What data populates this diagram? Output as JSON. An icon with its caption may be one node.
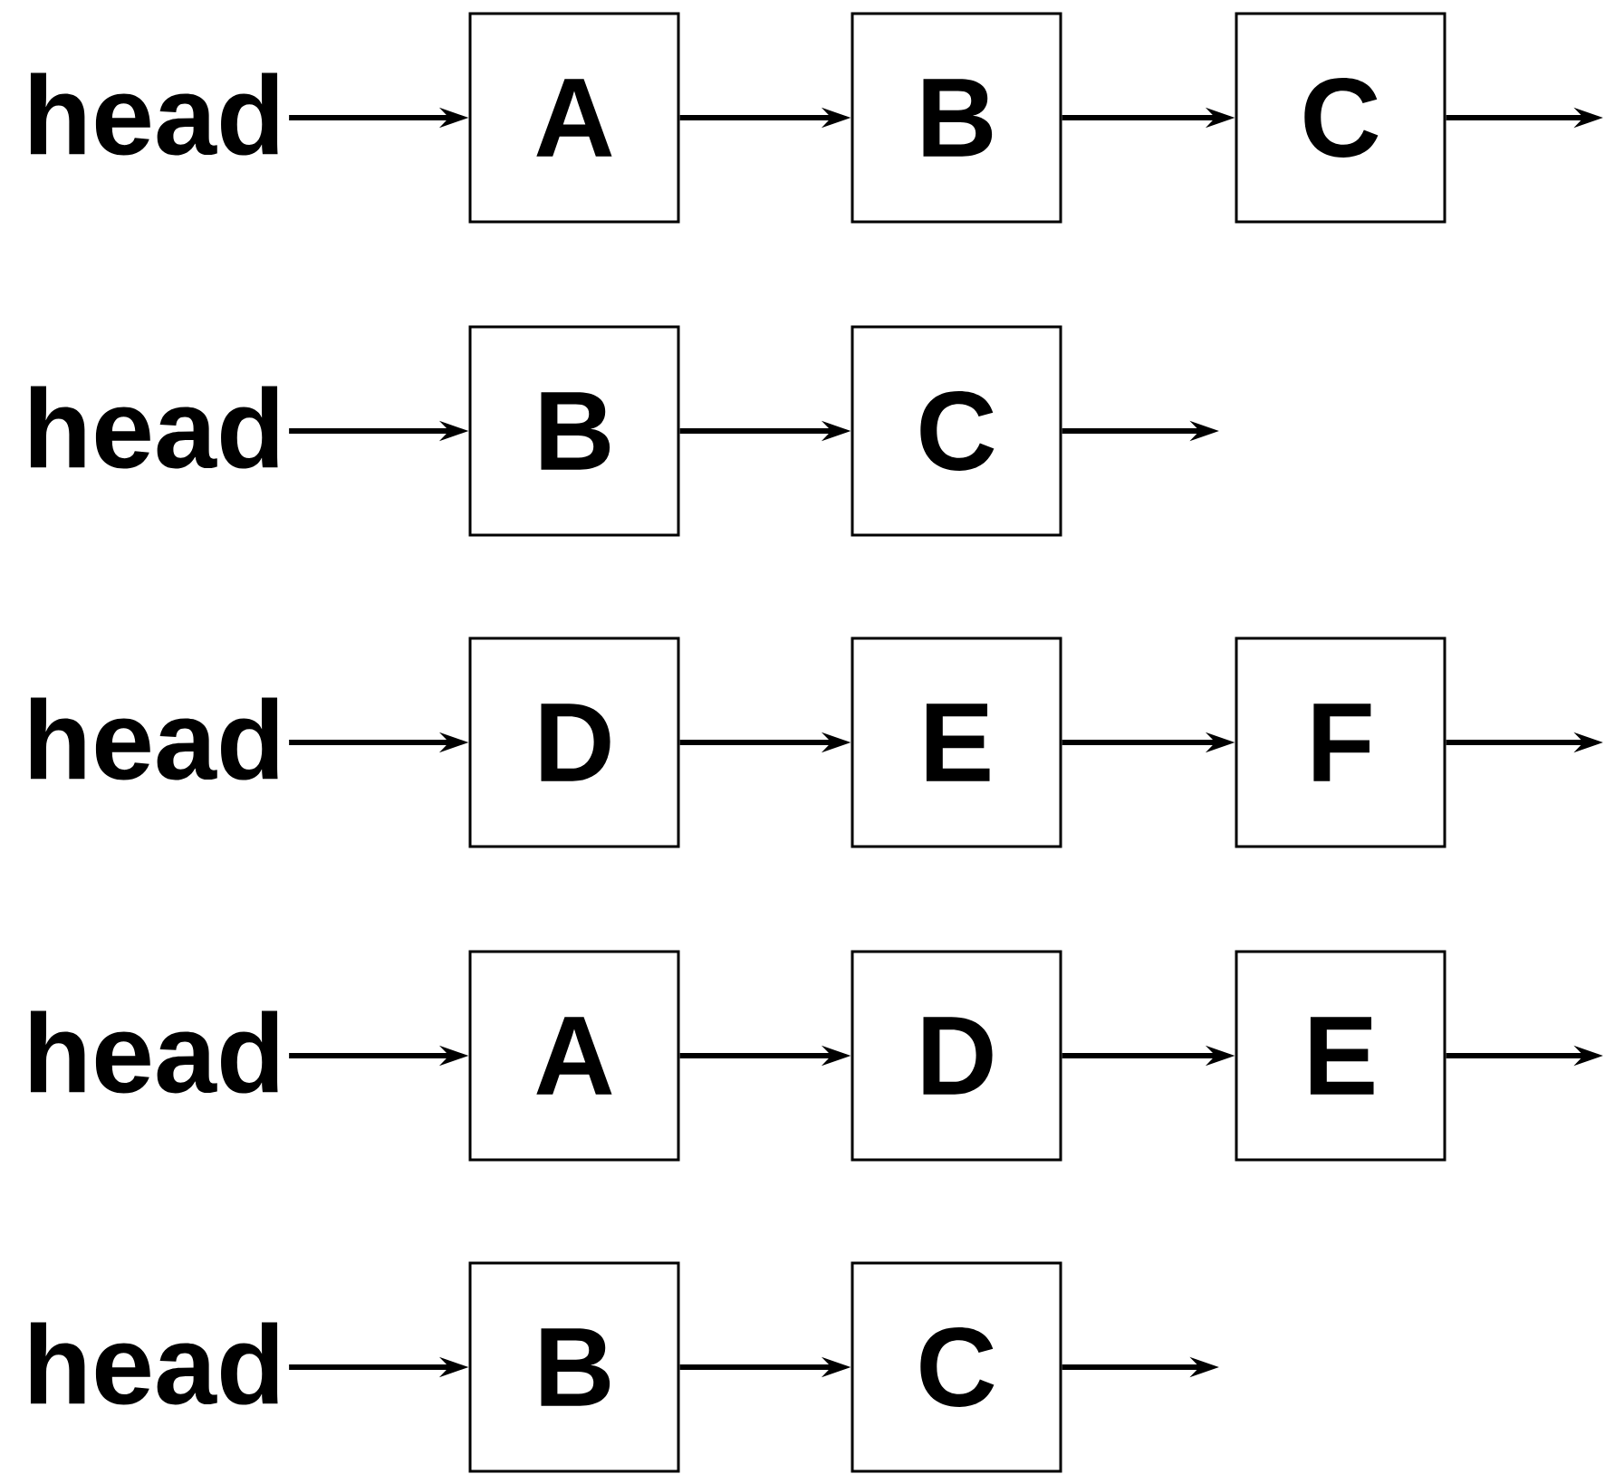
{
  "diagram": {
    "nodes": [
      {
        "text": [
          "head"
        ]
      },
      {
        "text": [
          "A"
        ]
      },
      {
        "text": [
          "B"
        ]
      },
      {
        "text": [
          "C"
        ]
      },
      {
        "text": [
          "head"
        ]
      },
      {
        "text": [
          "B"
        ]
      },
      {
        "text": [
          "C"
        ]
      },
      {
        "text": [
          "head"
        ]
      },
      {
        "text": [
          "D"
        ]
      },
      {
        "text": [
          "E"
        ]
      },
      {
        "text": [
          "F"
        ]
      },
      {
        "text": [
          "head"
        ]
      },
      {
        "text": [
          "A"
        ]
      },
      {
        "text": [
          "D"
        ]
      },
      {
        "text": [
          "E"
        ]
      },
      {
        "text": [
          "head"
        ]
      },
      {
        "text": [
          "B"
        ]
      },
      {
        "text": [
          "C"
        ]
      }
    ],
    "edges": [
      {
        "from": 0,
        "to": 1,
        "arrow": "to"
      },
      {
        "from": 1,
        "to": 2,
        "arrow": "to"
      },
      {
        "from": 2,
        "to": 3,
        "arrow": "to"
      },
      {
        "from": 3,
        "to": null,
        "arrow": "to"
      },
      {
        "from": 4,
        "to": 5,
        "arrow": "to"
      },
      {
        "from": 5,
        "to": 6,
        "arrow": "to"
      },
      {
        "from": 6,
        "to": null,
        "arrow": "to"
      },
      {
        "from": 7,
        "to": 8,
        "arrow": "to"
      },
      {
        "from": 8,
        "to": 9,
        "arrow": "to"
      },
      {
        "from": 9,
        "to": 10,
        "arrow": "to"
      },
      {
        "from": 10,
        "to": null,
        "arrow": "to"
      },
      {
        "from": 11,
        "to": 12,
        "arrow": "to"
      },
      {
        "from": 12,
        "to": 13,
        "arrow": "to"
      },
      {
        "from": 13,
        "to": 14,
        "arrow": "to"
      },
      {
        "from": 14,
        "to": null,
        "arrow": "to"
      },
      {
        "from": 15,
        "to": 16,
        "arrow": "to"
      },
      {
        "from": 16,
        "to": 17,
        "arrow": "to"
      },
      {
        "from": 17,
        "to": null,
        "arrow": "to"
      }
    ]
  }
}
